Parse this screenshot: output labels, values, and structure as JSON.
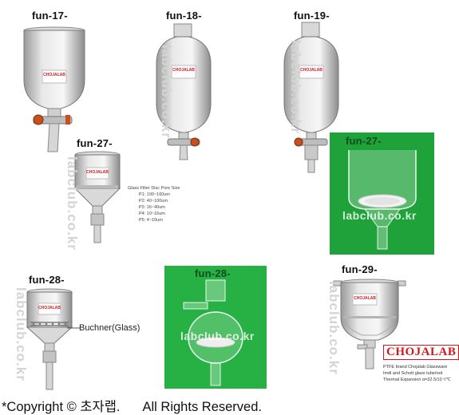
{
  "codes": {
    "fun17": "fun-17-",
    "fun18": "fun-18-",
    "fun19": "fun-19-",
    "fun27a": "fun-27-",
    "fun27b": "fun-27-",
    "fun28a": "fun-28-",
    "fun28b": "fun-28-",
    "fun29": "fun-29-"
  },
  "watermark": "labclub.co.kr",
  "label_text": "CHOJALAB",
  "spec_title": "Glass Filter Disc Pore Size",
  "spec_rows": [
    "P1: 100~160um",
    "P2: 40~100um",
    "P3: 16~40um",
    "P4: 10~16um",
    "P5: 4~10um"
  ],
  "buchner_label": "Buchner(Glass)",
  "brand": "CHOJALAB",
  "brand_notes": [
    "PTFE brand Chojalab Glassware",
    "Imdi and Schott glass tube/rod",
    "Thermal Expansion α=32.5/10 ¹/℃"
  ],
  "copyright_left": "*Copyright © 초자랩.",
  "copyright_right": "All Rights Reserved.",
  "colors": {
    "stopcock": "#c8501e",
    "brand_red": "#d8141b",
    "photo_green": "#1fa23a"
  }
}
